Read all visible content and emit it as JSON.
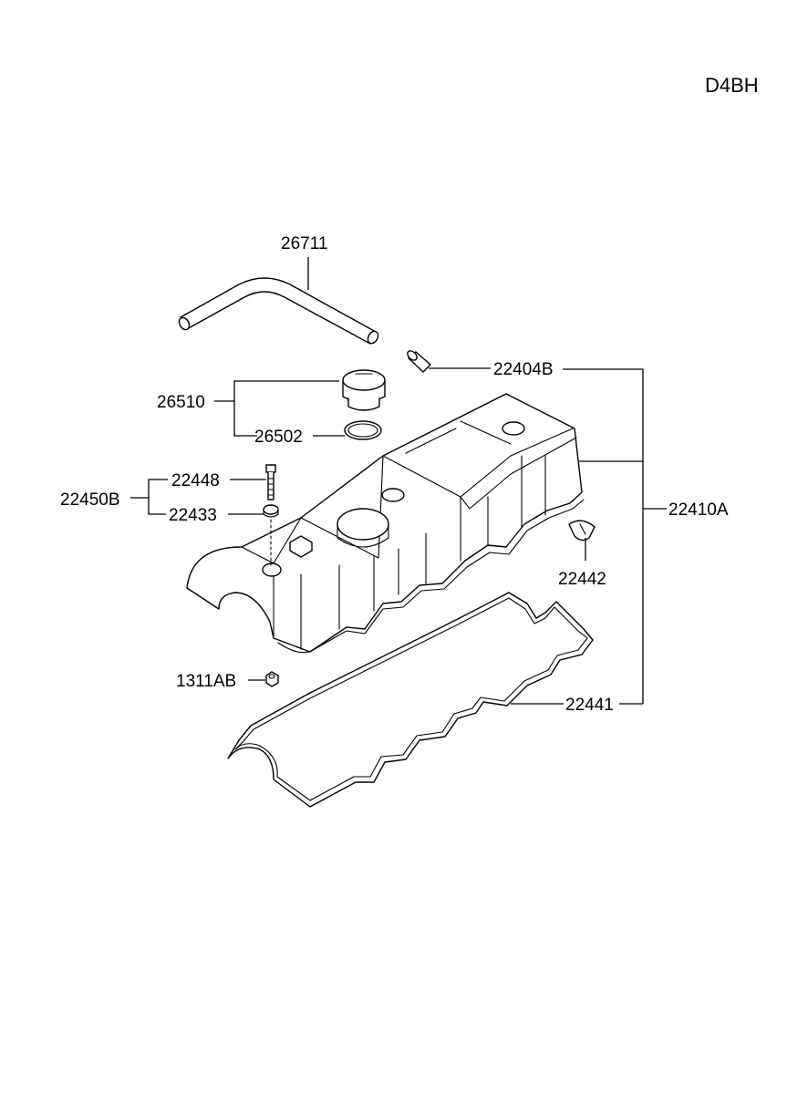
{
  "diagram": {
    "engine_code": "D4BH",
    "parts": {
      "breather_hose": "26711",
      "oil_filler_cap": "26510",
      "filler_cap_gasket": "26502",
      "pcv_hose": "22404B",
      "cover_assembly": "22410A",
      "bolt_kit": "22450B",
      "bolt": "22448",
      "washer": "22433",
      "seal_plug": "22442",
      "nut": "1311AB",
      "cover_gasket": "22441"
    }
  }
}
